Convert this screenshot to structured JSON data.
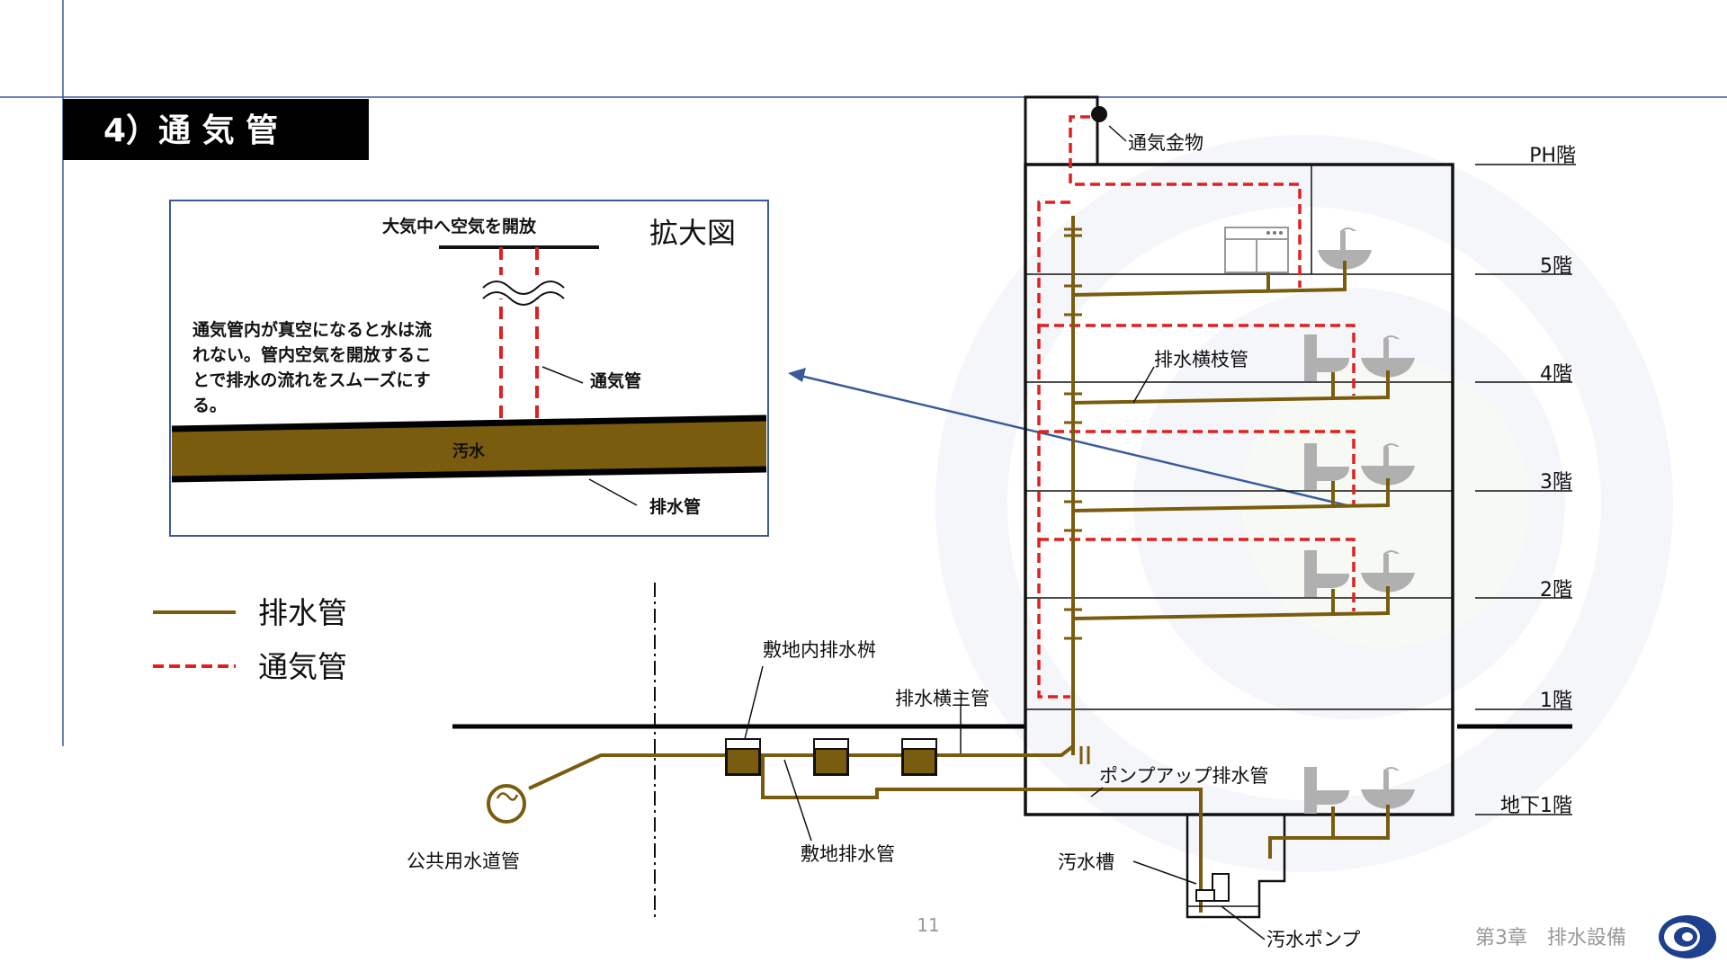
{
  "slide": {
    "section_title": "4）通 気 管",
    "page_number": "11",
    "footer_chapter": "第3章　排水設備"
  },
  "inset": {
    "title": "拡大図",
    "open_to_air": "大気中へ空気を開放",
    "explanation_lines": [
      "通気管内が真空になると水は流",
      "れない。管内空気を開放するこ",
      "とで排水の流れをスムーズにす",
      "る。"
    ],
    "vent_pipe_label": "通気管",
    "sewage_label": "汚水",
    "drain_pipe_label": "排水管"
  },
  "legend": {
    "drain_pipe": "排水管",
    "vent_pipe": "通気管"
  },
  "labels": {
    "vent_fitting": "通気金物",
    "branch_drain": "排水横枝管",
    "main_drain": "排水横主管",
    "site_basin": "敷地内排水桝",
    "site_drain": "敷地排水管",
    "public_sewer": "公共用水道管",
    "pumpup_drain": "ポンプアップ排水管",
    "sewage_tank": "汚水槽",
    "sewage_pump": "汚水ポンプ"
  },
  "floors": [
    "PH階",
    "5階",
    "4階",
    "3階",
    "2階",
    "1階",
    "地下1階"
  ],
  "colors": {
    "drain": "#7a5c0e",
    "vent": "#e02020",
    "title_bg": "#000000",
    "accent_line": "#3a5a9a",
    "fixture_gray": "#b0b0b0",
    "logo_blue": "#1f3f8f"
  }
}
